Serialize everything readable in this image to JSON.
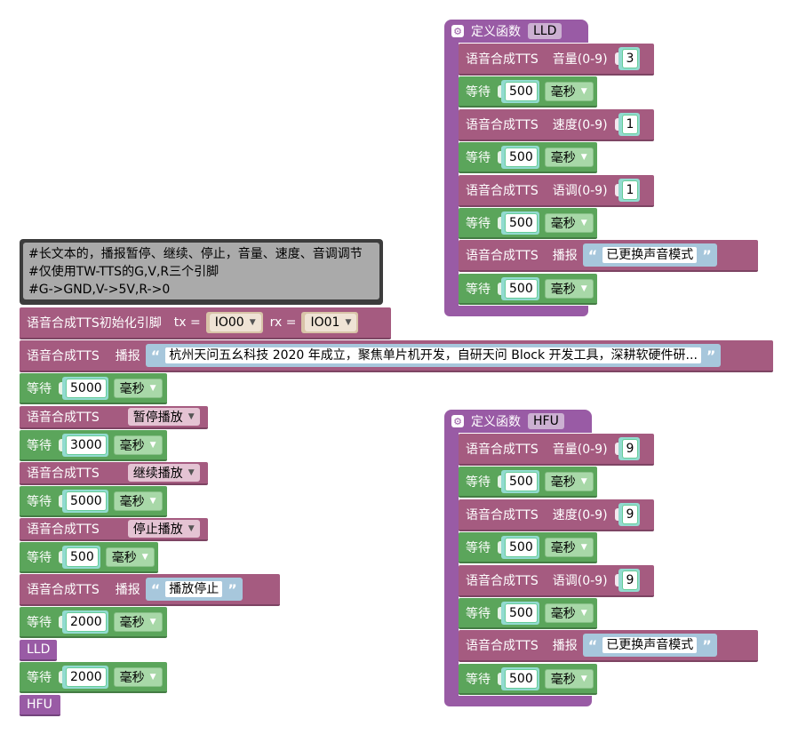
{
  "comment": {
    "lines": [
      "#长文本的，播报暂停、继续、停止，音量、速度、音调调节",
      "#仅使用TW-TTS的G,V,R三个引脚",
      "#G->GND,V->5V,R->0"
    ]
  },
  "main": {
    "init": {
      "label": "语音合成TTS初始化引脚",
      "tx_label": "tx =",
      "tx_value": "IO00",
      "rx_label": "rx =",
      "rx_value": "IO01"
    },
    "speak1": {
      "label": "语音合成TTS",
      "action": "播报",
      "text": "杭州天问五幺科技 2020 年成立，聚焦单片机开发，自研天问 Block 开发工具，深耕软硬件研..."
    },
    "wait1": {
      "label": "等待",
      "value": "5000",
      "unit": "毫秒"
    },
    "pause": {
      "label": "语音合成TTS",
      "action": "暂停播放"
    },
    "wait2": {
      "label": "等待",
      "value": "3000",
      "unit": "毫秒"
    },
    "resume": {
      "label": "语音合成TTS",
      "action": "继续播放"
    },
    "wait3": {
      "label": "等待",
      "value": "5000",
      "unit": "毫秒"
    },
    "stop": {
      "label": "语音合成TTS",
      "action": "停止播放"
    },
    "wait4": {
      "label": "等待",
      "value": "500",
      "unit": "毫秒"
    },
    "speak2": {
      "label": "语音合成TTS",
      "action": "播报",
      "text": "播放停止"
    },
    "wait5": {
      "label": "等待",
      "value": "2000",
      "unit": "毫秒"
    },
    "call_lld": "LLD",
    "wait6": {
      "label": "等待",
      "value": "2000",
      "unit": "毫秒"
    },
    "call_hfu": "HFU"
  },
  "lld": {
    "header": "定义函数",
    "name": "LLD",
    "volume": {
      "label": "语音合成TTS",
      "param": "音量(0-9)",
      "value": "3"
    },
    "wait_a": {
      "label": "等待",
      "value": "500",
      "unit": "毫秒"
    },
    "speed": {
      "label": "语音合成TTS",
      "param": "速度(0-9)",
      "value": "1"
    },
    "wait_b": {
      "label": "等待",
      "value": "500",
      "unit": "毫秒"
    },
    "tone": {
      "label": "语音合成TTS",
      "param": "语调(0-9)",
      "value": "1"
    },
    "wait_c": {
      "label": "等待",
      "value": "500",
      "unit": "毫秒"
    },
    "speak": {
      "label": "语音合成TTS",
      "action": "播报",
      "text": "已更换声音模式"
    },
    "wait_d": {
      "label": "等待",
      "value": "500",
      "unit": "毫秒"
    }
  },
  "hfu": {
    "header": "定义函数",
    "name": "HFU",
    "volume": {
      "label": "语音合成TTS",
      "param": "音量(0-9)",
      "value": "9"
    },
    "wait_a": {
      "label": "等待",
      "value": "500",
      "unit": "毫秒"
    },
    "speed": {
      "label": "语音合成TTS",
      "param": "速度(0-9)",
      "value": "9"
    },
    "wait_b": {
      "label": "等待",
      "value": "500",
      "unit": "毫秒"
    },
    "tone": {
      "label": "语音合成TTS",
      "param": "语调(0-9)",
      "value": "9"
    },
    "wait_c": {
      "label": "等待",
      "value": "500",
      "unit": "毫秒"
    },
    "speak": {
      "label": "语音合成TTS",
      "action": "播报",
      "text": "已更换声音模式"
    },
    "wait_d": {
      "label": "等待",
      "value": "500",
      "unit": "毫秒"
    }
  },
  "colors": {
    "tts": "#a55b80",
    "wait": "#5ba55b",
    "procedure": "#995ba5",
    "comment": "#3c3c3c"
  },
  "icons": {
    "gear": "gear-icon",
    "dropdown": "chevron-down-icon",
    "quote": "quote-icon"
  }
}
